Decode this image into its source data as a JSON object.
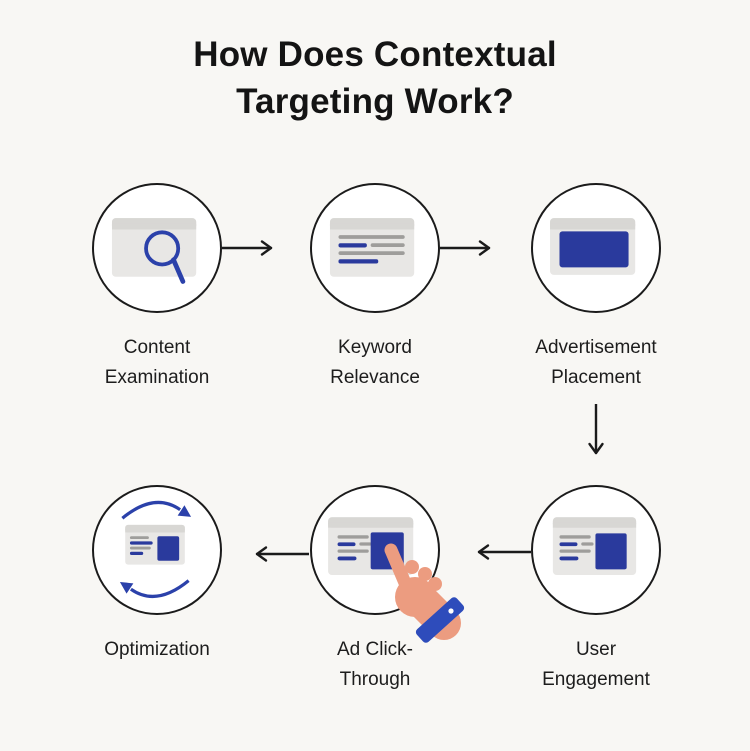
{
  "title": {
    "line1": "How Does Contextual",
    "line2": "Targeting Work?"
  },
  "steps": [
    {
      "id": "content-examination",
      "icon": "browser-search-icon",
      "lines": [
        "Content",
        "Examination"
      ]
    },
    {
      "id": "keyword-relevance",
      "icon": "keyword-lines-icon",
      "lines": [
        "Keyword",
        "Relevance"
      ]
    },
    {
      "id": "advertisement-placement",
      "icon": "ad-banner-icon",
      "lines": [
        "Advertisement",
        "Placement"
      ]
    },
    {
      "id": "user-engagement",
      "icon": "engagement-page-icon",
      "lines": [
        "User",
        "Engagement"
      ]
    },
    {
      "id": "ad-click-through",
      "icon": "click-hand-icon",
      "lines": [
        "Ad Click-",
        "Through"
      ]
    },
    {
      "id": "optimization",
      "icon": "refresh-loop-icon",
      "lines": [
        "Optimization"
      ]
    }
  ],
  "colors": {
    "background": "#f8f7f4",
    "outline_black": "#1b1b1b",
    "accent_blue": "#2a3a9d",
    "cuff_blue": "#2e4cbb",
    "window_gray": "#e8e7e5",
    "window_header_gray": "#d8d7d4",
    "text_line_gray": "#9e9d9b",
    "hand_skin": "#ec9c80"
  }
}
